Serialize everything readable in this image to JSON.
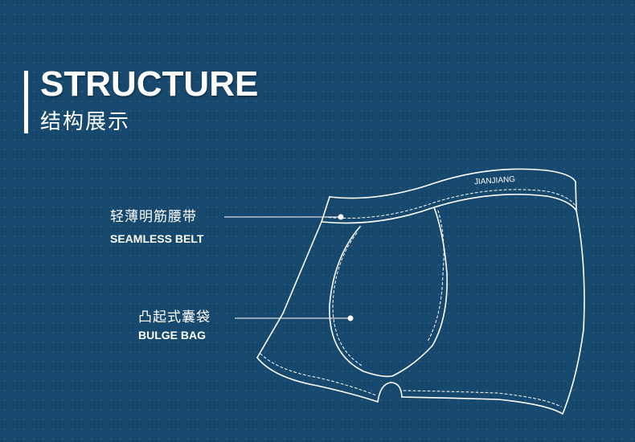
{
  "heading": {
    "title": "STRUCTURE",
    "subtitle": "结构展示"
  },
  "brand_on_waistband": "JIANJIANG",
  "callouts": [
    {
      "label_cn": "轻薄明筋腰带",
      "label_en": "SEAMLESS BELT"
    },
    {
      "label_cn": "凸起式囊袋",
      "label_en": "BULGE BAG"
    }
  ],
  "colors": {
    "background": "#17496e",
    "line": "#ffffff"
  }
}
